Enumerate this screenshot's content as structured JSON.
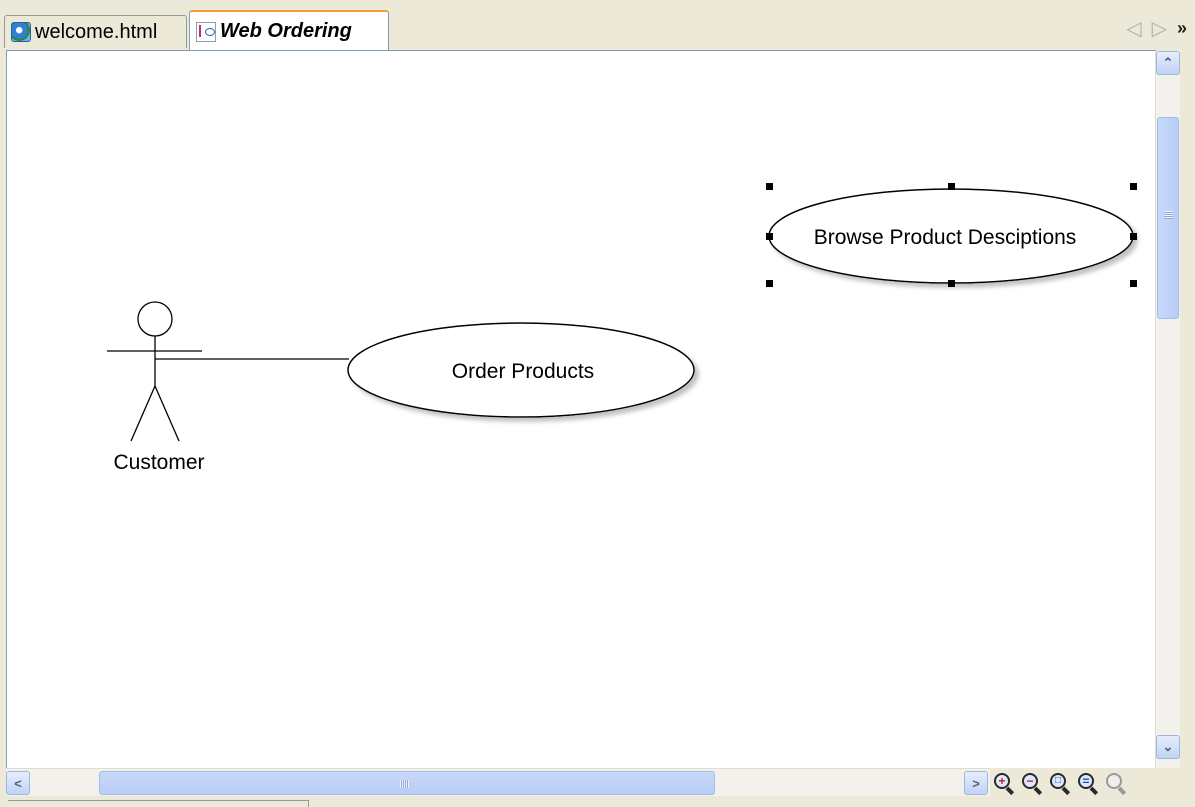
{
  "tabs": [
    {
      "label": "welcome.html",
      "icon": "globe-icon",
      "active": false
    },
    {
      "label": "Web Ordering",
      "icon": "diagram-icon",
      "active": true
    }
  ],
  "tab_nav": {
    "prev_icon": "tab-left-arrow-icon",
    "next_icon": "tab-right-arrow-icon",
    "more_icon": "tab-overflow-icon"
  },
  "diagram": {
    "actor": {
      "label": "Customer"
    },
    "use_cases": [
      {
        "label": "Order Products",
        "selected": false
      },
      {
        "label": "Browse Product Desciptions",
        "selected": true
      }
    ]
  },
  "scrollbars": {
    "vertical": {
      "up_icon": "scroll-up-icon",
      "down_icon": "scroll-down-icon"
    },
    "horizontal": {
      "left_icon": "scroll-left-icon",
      "right_icon": "scroll-right-icon"
    }
  },
  "zoom_toolbar": [
    {
      "name": "zoom-in-icon",
      "symbol": "+",
      "enabled": true
    },
    {
      "name": "zoom-out-icon",
      "symbol": "−",
      "enabled": true
    },
    {
      "name": "zoom-fit-icon",
      "symbol": "□",
      "enabled": true
    },
    {
      "name": "zoom-reset-icon",
      "symbol": "=",
      "enabled": true
    },
    {
      "name": "zoom-select-icon",
      "symbol": "",
      "enabled": false
    }
  ]
}
